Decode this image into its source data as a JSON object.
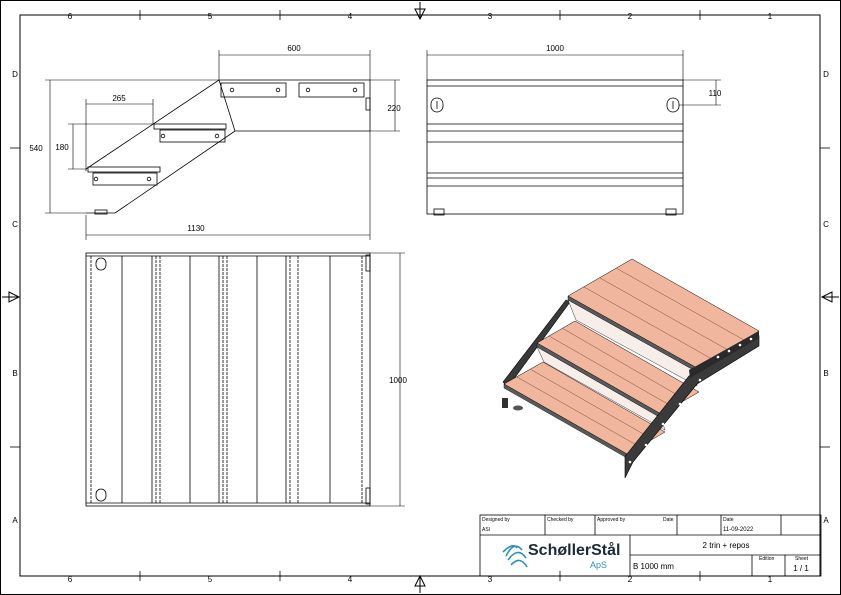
{
  "frame": {
    "columns": [
      "6",
      "5",
      "4",
      "3",
      "2",
      "1"
    ],
    "rows": [
      "D",
      "C",
      "B",
      "A"
    ]
  },
  "dimensions": {
    "side_top_width": "600",
    "side_step_depth": "265",
    "side_total_height": "540",
    "side_step_rise": "180",
    "side_platform_height": "220",
    "side_total_length": "1130",
    "front_width": "1000",
    "front_hole_offset": "110",
    "plan_width": "1000"
  },
  "title_block": {
    "designed_by_label": "Designed by",
    "designed_by": "ASI",
    "checked_by_label": "Checked by",
    "approved_by_label": "Approved by",
    "date_label_1": "Date",
    "date_label_2": "Date",
    "date": "11-09-2022",
    "company_name": "SchøllerStål",
    "company_suffix": "ApS",
    "title": "2 trin + repos",
    "subtitle": "B 1000 mm",
    "edition_label": "Edition",
    "sheet_label": "Sheet",
    "sheet": "1 / 1"
  },
  "colors": {
    "line": "#000000",
    "steel": "#3a3a3a",
    "wood_light": "#f4c3aa",
    "wood_dark": "#d9927a",
    "logo_blue": "#2b8fbf"
  }
}
